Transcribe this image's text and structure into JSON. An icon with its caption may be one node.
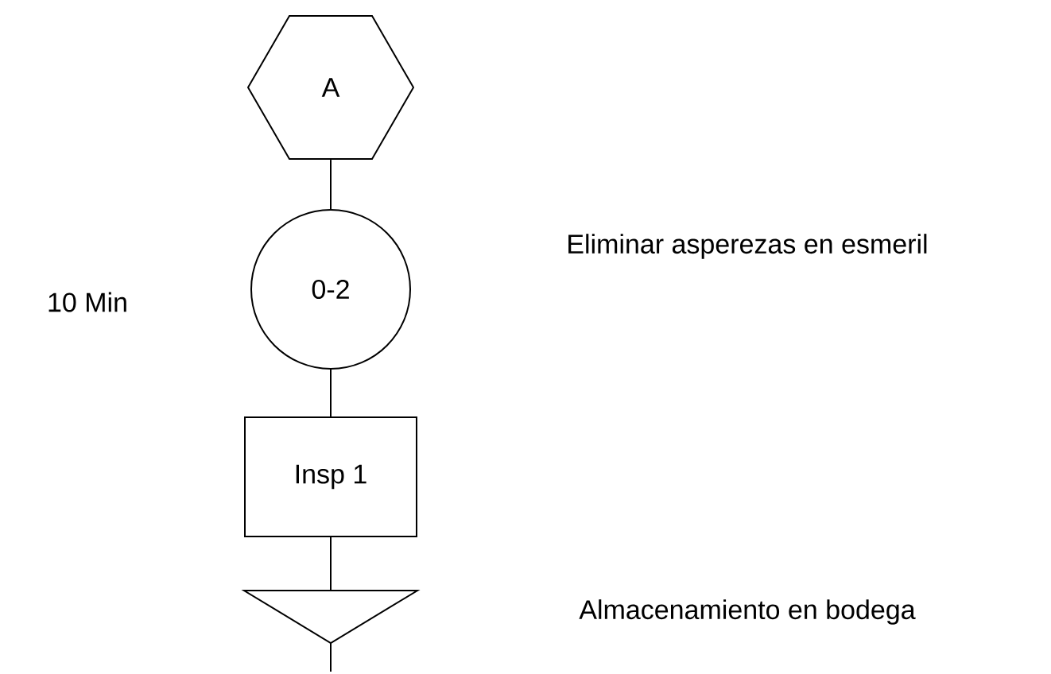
{
  "diagram": {
    "nodes": [
      {
        "text": [
          "A"
        ]
      },
      {
        "text": [
          "0-2"
        ]
      },
      {
        "text": [
          "Insp 1"
        ]
      },
      {
        "text": [],
        "shape": "triangle"
      }
    ],
    "edges": [
      {
        "from": 0,
        "to": 1,
        "arrow": "none"
      },
      {
        "from": 1,
        "to": 2,
        "arrow": "none"
      },
      {
        "from": 2,
        "to": 3,
        "arrow": "none"
      },
      {
        "from": 3,
        "to": null,
        "arrow": "none"
      }
    ],
    "labels": [
      "Eliminar asperezas en esmeril",
      "10 Min",
      "Almacenamiento en bodega"
    ]
  }
}
